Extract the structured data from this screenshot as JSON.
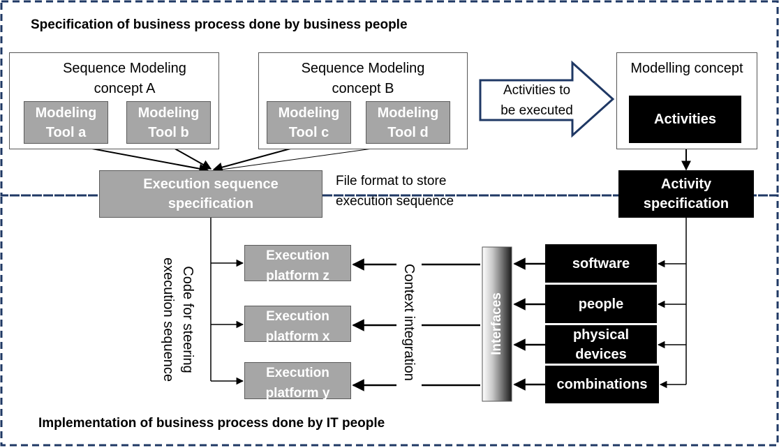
{
  "top_heading": "Specification of business process done by business people",
  "bottom_heading": "Implementation of business process done by IT people",
  "concept_a": {
    "title": [
      "Sequence Modeling",
      "concept A"
    ],
    "tools": [
      [
        "Modeling",
        "Tool a"
      ],
      [
        "Modeling",
        "Tool b"
      ]
    ]
  },
  "concept_b": {
    "title": [
      "Sequence Modeling",
      "concept B"
    ],
    "tools": [
      [
        "Modeling",
        "Tool c"
      ],
      [
        "Modeling",
        "Tool d"
      ]
    ]
  },
  "big_arrow_label": [
    "Activities to",
    "be executed"
  ],
  "modelling_concept": {
    "title": "Modelling concept",
    "activities": "Activities"
  },
  "exec_seq_spec": [
    "Execution sequence",
    "specification"
  ],
  "file_format": [
    "File format to store",
    "execution sequence"
  ],
  "activity_spec": [
    "Activity",
    "specification"
  ],
  "steering_code": [
    "Code for steering",
    "execution sequence"
  ],
  "platforms": [
    [
      "Execution",
      "platform z"
    ],
    [
      "Execution",
      "platform x"
    ],
    [
      "Execution",
      "platform y"
    ]
  ],
  "context_integration": "Context integration",
  "interfaces": "Interfaces",
  "resources": [
    [
      "software"
    ],
    [
      "people"
    ],
    [
      "physical",
      "devices"
    ],
    [
      "combinations"
    ]
  ],
  "colors": {
    "dash_border": "#1f3864",
    "gray_box": "#a6a6a6",
    "black_box": "#000000"
  }
}
